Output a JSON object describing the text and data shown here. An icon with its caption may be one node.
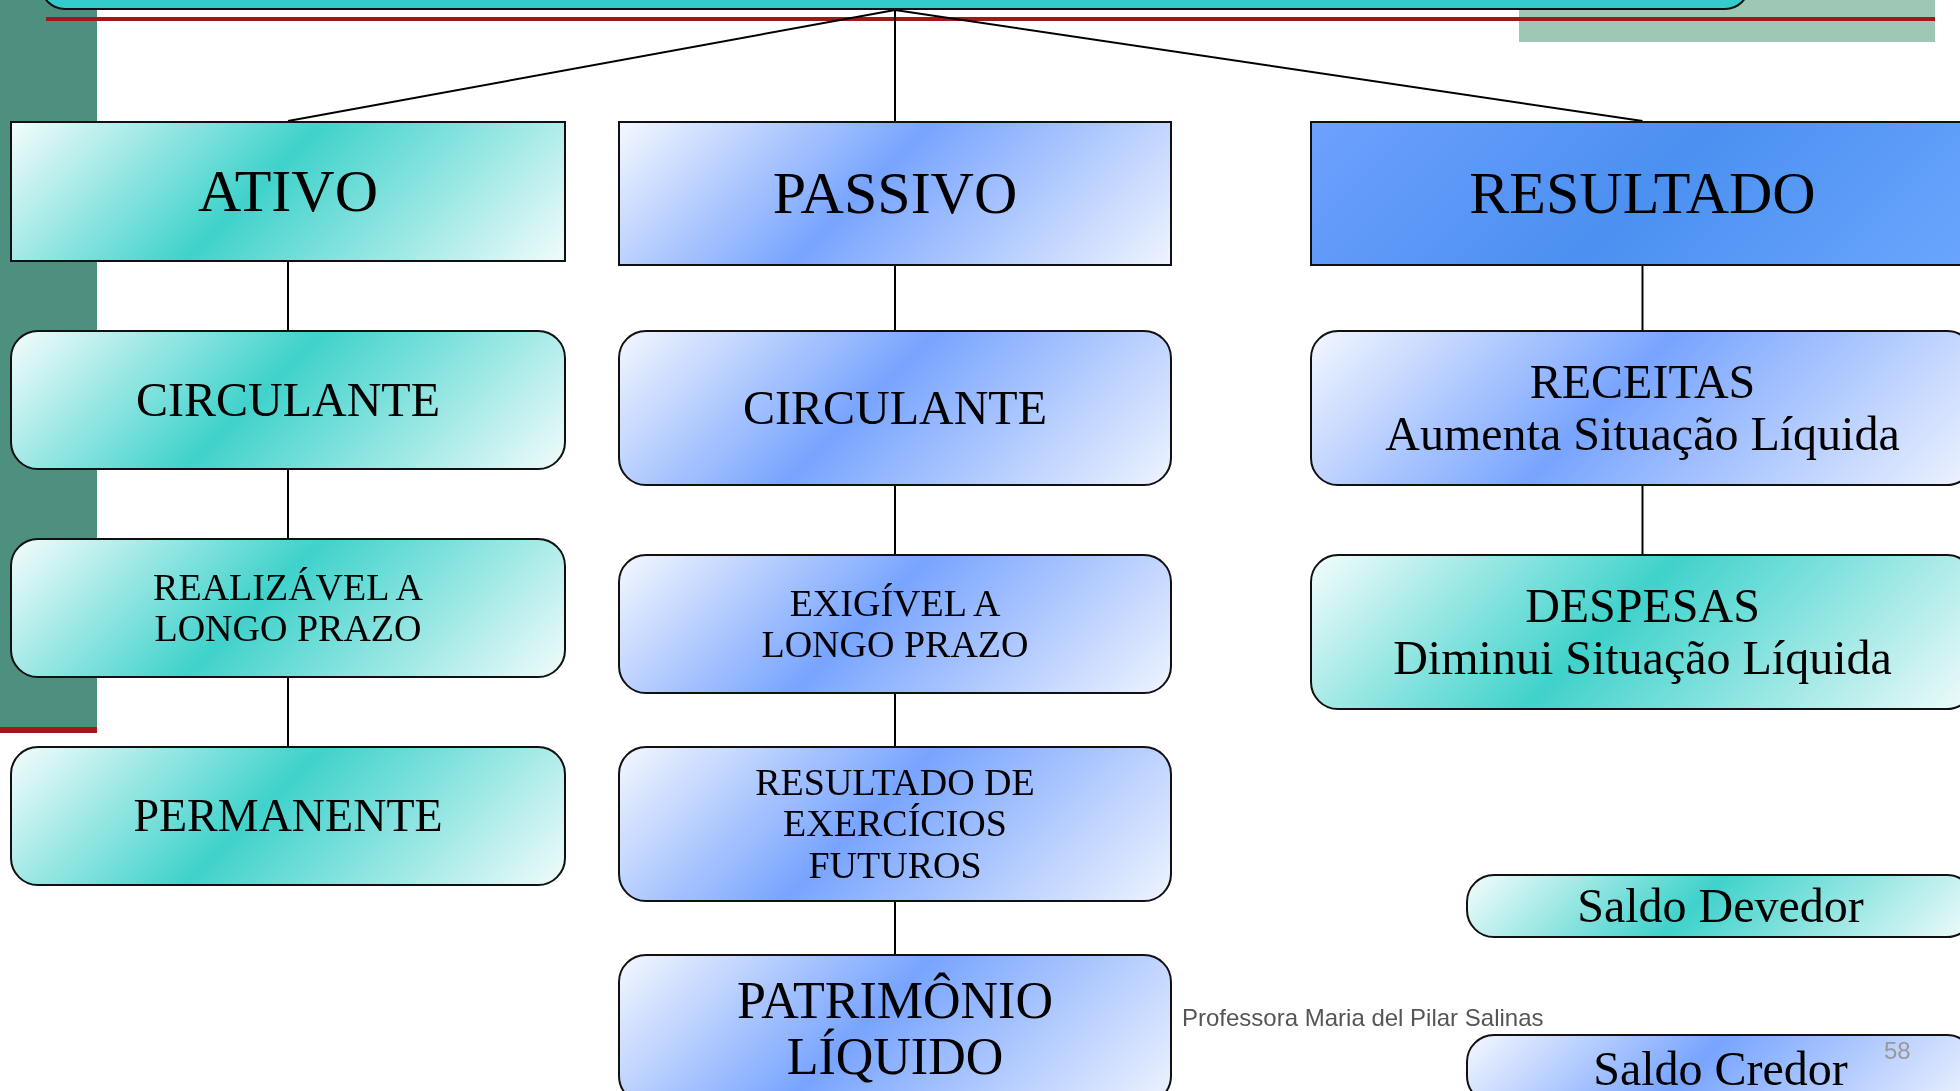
{
  "diagram": {
    "nodes": [
      {
        "text": [],
        "shape": "box"
      },
      {
        "text": [
          "ATIVO"
        ]
      },
      {
        "text": [
          "PASSIVO"
        ]
      },
      {
        "text": [
          "RESULTADO"
        ]
      },
      {
        "text": [
          "CIRCULANTE"
        ]
      },
      {
        "text": [
          "CIRCULANTE"
        ]
      },
      {
        "text": [
          "RECEITAS",
          "Aumenta Situação Líquida"
        ]
      },
      {
        "text": [
          "REALIZÁVEL A LONGO PRAZO"
        ]
      },
      {
        "text": [
          "EXIGÍVEL A LONGO PRAZO"
        ]
      },
      {
        "text": [
          "DESPESAS",
          "Diminui Situação Líquida"
        ]
      },
      {
        "text": [
          "PERMANENTE"
        ]
      },
      {
        "text": [
          "RESULTADO DE EXERCÍCIOS FUTUROS"
        ]
      },
      {
        "text": [
          "Saldo Devedor"
        ]
      },
      {
        "text": [
          "PATRIMÔNIO LÍQUIDO"
        ]
      },
      {
        "text": [
          "Saldo Credor"
        ]
      }
    ],
    "edges": [
      {
        "from": 0,
        "to": 1,
        "arrow": "none"
      },
      {
        "from": 0,
        "to": 2,
        "arrow": "none"
      },
      {
        "from": 0,
        "to": 3,
        "arrow": "none"
      },
      {
        "from": 1,
        "to": 4,
        "arrow": "none"
      },
      {
        "from": 4,
        "to": 7,
        "arrow": "none"
      },
      {
        "from": 7,
        "to": 10,
        "arrow": "none"
      },
      {
        "from": 2,
        "to": 5,
        "arrow": "none"
      },
      {
        "from": 5,
        "to": 8,
        "arrow": "none"
      },
      {
        "from": 8,
        "to": 11,
        "arrow": "none"
      },
      {
        "from": 11,
        "to": 13,
        "arrow": "none"
      },
      {
        "from": 3,
        "to": 6,
        "arrow": "none"
      },
      {
        "from": 6,
        "to": 9,
        "arrow": "none"
      }
    ],
    "labels": [
      "Professora Maria del Pilar Salinas",
      "58"
    ]
  }
}
